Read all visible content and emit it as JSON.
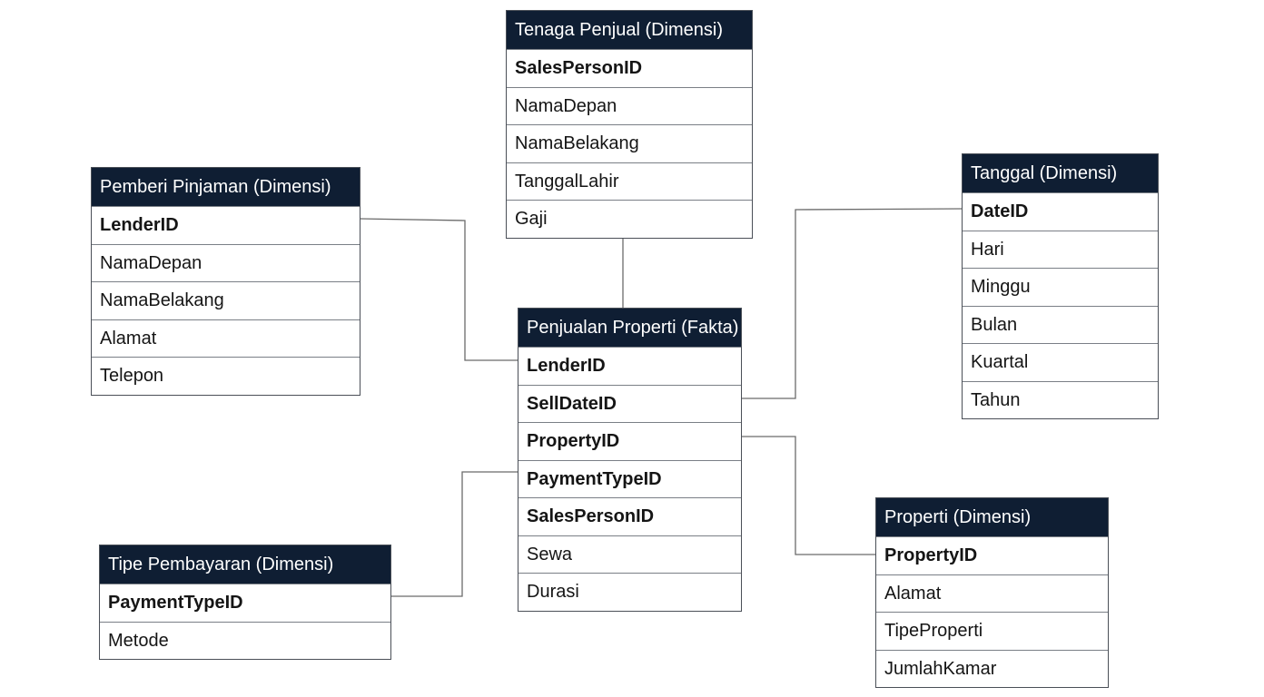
{
  "entities": [
    {
      "id": "tenaga-penjual",
      "title": "Tenaga Penjual (Dimensi)",
      "fields": [
        {
          "name": "SalesPersonID",
          "key": true
        },
        {
          "name": "NamaDepan",
          "key": false
        },
        {
          "name": "NamaBelakang",
          "key": false
        },
        {
          "name": "TanggalLahir",
          "key": false
        },
        {
          "name": "Gaji",
          "key": false
        }
      ]
    },
    {
      "id": "pemberi-pinjaman",
      "title": "Pemberi Pinjaman (Dimensi)",
      "fields": [
        {
          "name": "LenderID",
          "key": true
        },
        {
          "name": "NamaDepan",
          "key": false
        },
        {
          "name": "NamaBelakang",
          "key": false
        },
        {
          "name": "Alamat",
          "key": false
        },
        {
          "name": "Telepon",
          "key": false
        }
      ]
    },
    {
      "id": "tanggal",
      "title": "Tanggal (Dimensi)",
      "fields": [
        {
          "name": "DateID",
          "key": true
        },
        {
          "name": "Hari",
          "key": false
        },
        {
          "name": "Minggu",
          "key": false
        },
        {
          "name": "Bulan",
          "key": false
        },
        {
          "name": "Kuartal",
          "key": false
        },
        {
          "name": "Tahun",
          "key": false
        }
      ]
    },
    {
      "id": "penjualan-properti",
      "title": "Penjualan Properti (Fakta)",
      "fields": [
        {
          "name": "LenderID",
          "key": true
        },
        {
          "name": "SellDateID",
          "key": true
        },
        {
          "name": "PropertyID",
          "key": true
        },
        {
          "name": "PaymentTypeID",
          "key": true
        },
        {
          "name": "SalesPersonID",
          "key": true
        },
        {
          "name": "Sewa",
          "key": false
        },
        {
          "name": "Durasi",
          "key": false
        }
      ]
    },
    {
      "id": "tipe-pembayaran",
      "title": "Tipe Pembayaran (Dimensi)",
      "fields": [
        {
          "name": "PaymentTypeID",
          "key": true
        },
        {
          "name": "Metode",
          "key": false
        }
      ]
    },
    {
      "id": "properti",
      "title": "Properti (Dimensi)",
      "fields": [
        {
          "name": "PropertyID",
          "key": true
        },
        {
          "name": "Alamat",
          "key": false
        },
        {
          "name": "TipeProperti",
          "key": false
        },
        {
          "name": "JumlahKamar",
          "key": false
        }
      ]
    }
  ],
  "relationships": [
    {
      "from": "penjualan-properti.LenderID",
      "to": "pemberi-pinjaman.LenderID"
    },
    {
      "from": "penjualan-properti.SellDateID",
      "to": "tanggal.DateID"
    },
    {
      "from": "penjualan-properti.PropertyID",
      "to": "properti.PropertyID"
    },
    {
      "from": "penjualan-properti.PaymentTypeID",
      "to": "tipe-pembayaran.PaymentTypeID"
    },
    {
      "from": "penjualan-properti",
      "to": "tenaga-penjual"
    }
  ]
}
